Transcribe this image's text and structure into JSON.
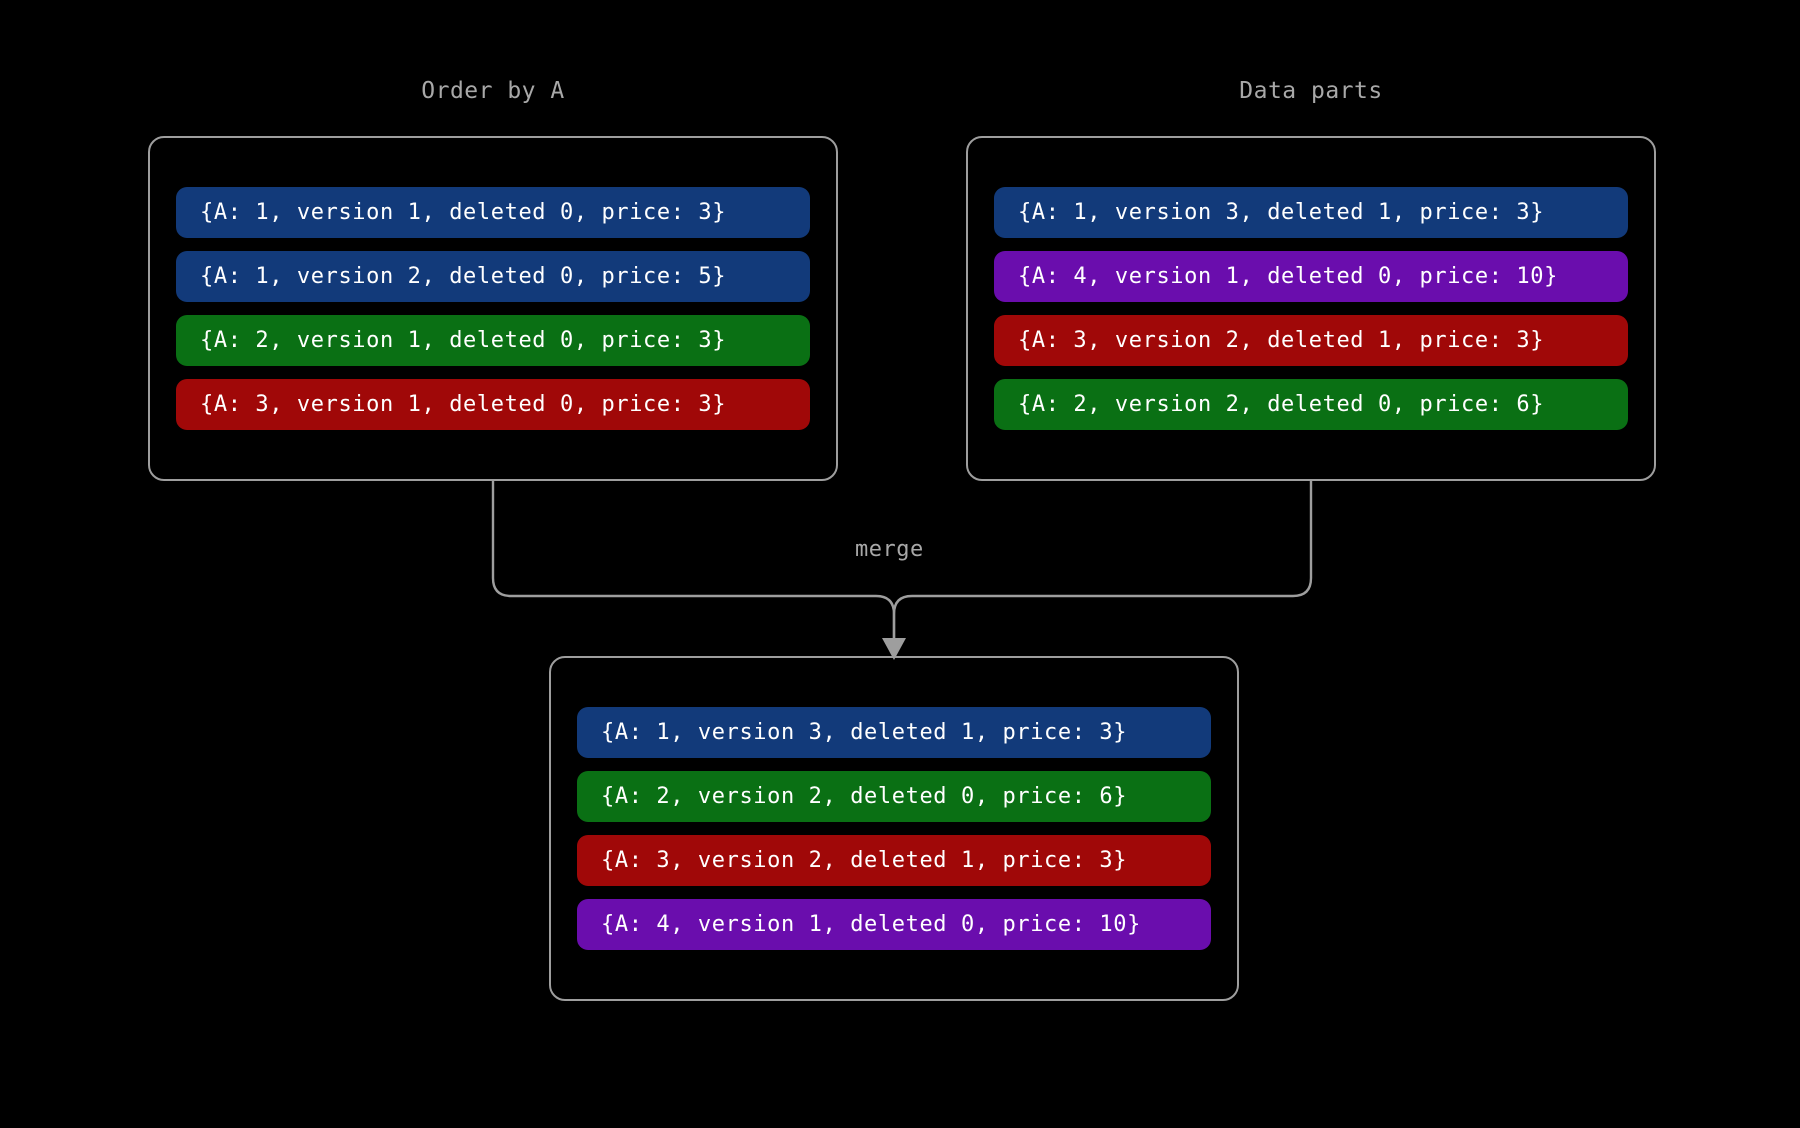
{
  "canvas": {
    "background": "#000000",
    "line_color": "#9e9e9e",
    "label_color": "#a8a8a8",
    "text_color": "#ffffff"
  },
  "palette": {
    "blue": "#123a7a",
    "green": "#0a7014",
    "red": "#a00808",
    "purple": "#6a0dad"
  },
  "panels": {
    "order_by_a": {
      "title": "Order by A",
      "rows": [
        {
          "text": "{A: 1, version 1, deleted 0, price: 3}",
          "color": "#123a7a",
          "key": "blue"
        },
        {
          "text": "{A: 1, version 2, deleted 0, price: 5}",
          "color": "#123a7a",
          "key": "blue"
        },
        {
          "text": "{A: 2, version 1, deleted 0, price: 3}",
          "color": "#0a7014",
          "key": "green"
        },
        {
          "text": "{A: 3, version 1, deleted 0, price: 3}",
          "color": "#a00808",
          "key": "red"
        }
      ]
    },
    "data_parts": {
      "title": "Data parts",
      "rows": [
        {
          "text": "{A: 1, version 3, deleted 1, price: 3}",
          "color": "#123a7a",
          "key": "blue"
        },
        {
          "text": "{A: 4, version 1, deleted 0, price: 10}",
          "color": "#6a0dad",
          "key": "purple"
        },
        {
          "text": "{A: 3, version 2, deleted 1, price: 3}",
          "color": "#a00808",
          "key": "red"
        },
        {
          "text": "{A: 2, version 2, deleted 0, price: 6}",
          "color": "#0a7014",
          "key": "green"
        }
      ]
    },
    "merged": {
      "title": "",
      "rows": [
        {
          "text": "{A: 1, version 3, deleted 1, price: 3}",
          "color": "#123a7a",
          "key": "blue"
        },
        {
          "text": "{A: 2, version 2, deleted 0, price: 6}",
          "color": "#0a7014",
          "key": "green"
        },
        {
          "text": "{A: 3, version 2, deleted 1, price: 3}",
          "color": "#a00808",
          "key": "red"
        },
        {
          "text": "{A: 4, version 1, deleted 0, price: 10}",
          "color": "#6a0dad",
          "key": "purple"
        }
      ]
    }
  },
  "connector": {
    "label": "merge"
  }
}
